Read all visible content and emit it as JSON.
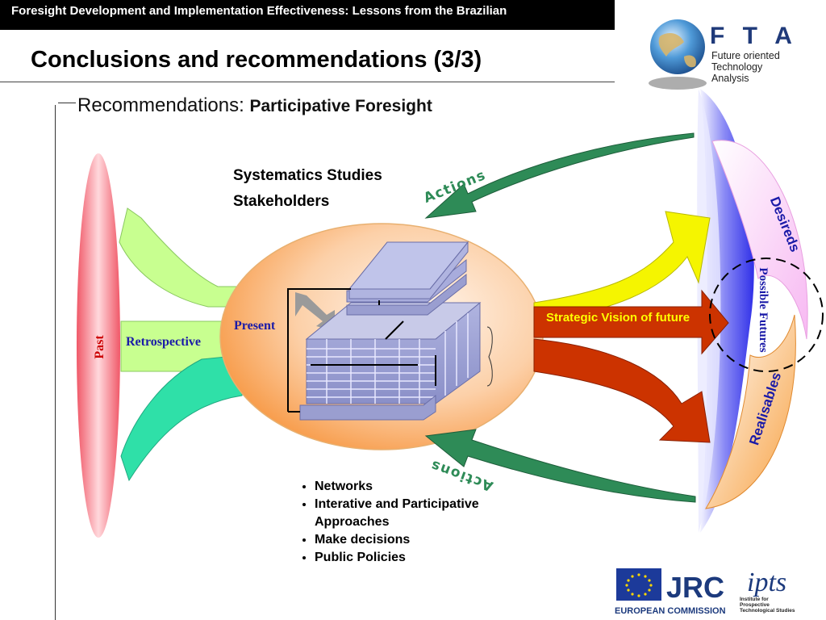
{
  "header": {
    "bar_text": "Foresight Development and Implementation Effectiveness: Lessons from the Brazilian"
  },
  "slide": {
    "title": "Conclusions and recommendations (3/3)",
    "recommendations_label": "Recommendations:",
    "recommendations_sub": "Participative Foresight"
  },
  "diagram": {
    "past": "Past",
    "retrospective": "Retrospective",
    "present": "Present",
    "systematics": "Systematics Studies",
    "stakeholders": "Stakeholders",
    "actions_top": "Actions",
    "actions_bottom": "Actions",
    "strategic_vision": "Strategic Vision of future",
    "desireds": "Desireds",
    "possible_futures": "Possible Futures",
    "realisables": "Realisables"
  },
  "bullets": [
    "Networks",
    "Interative and Participative Approaches",
    "Make decisions",
    "Public Policies"
  ],
  "logos": {
    "fta_title": "F T A",
    "fta_subtitle": "Future oriented Technology Analysis",
    "jrc": "JRC",
    "european_commission": "EUROPEAN COMMISSION",
    "ipts": "ipts",
    "ipts_caption": "Institute for Prospective Technological Studies"
  },
  "colors": {
    "past_ellipse": "#f4727f",
    "present_ellipse": "#fbb27a",
    "actions_arrow": "#2e8b57",
    "yellow_arrow": "#f5f500",
    "red_arrow": "#cc3300",
    "retrospective_arrow": "#c8ff90",
    "teal_arrow": "#2fe0a8",
    "blue_band": "#4a4af0",
    "label_blue": "#1a1aa8",
    "label_red": "#cc0000"
  }
}
